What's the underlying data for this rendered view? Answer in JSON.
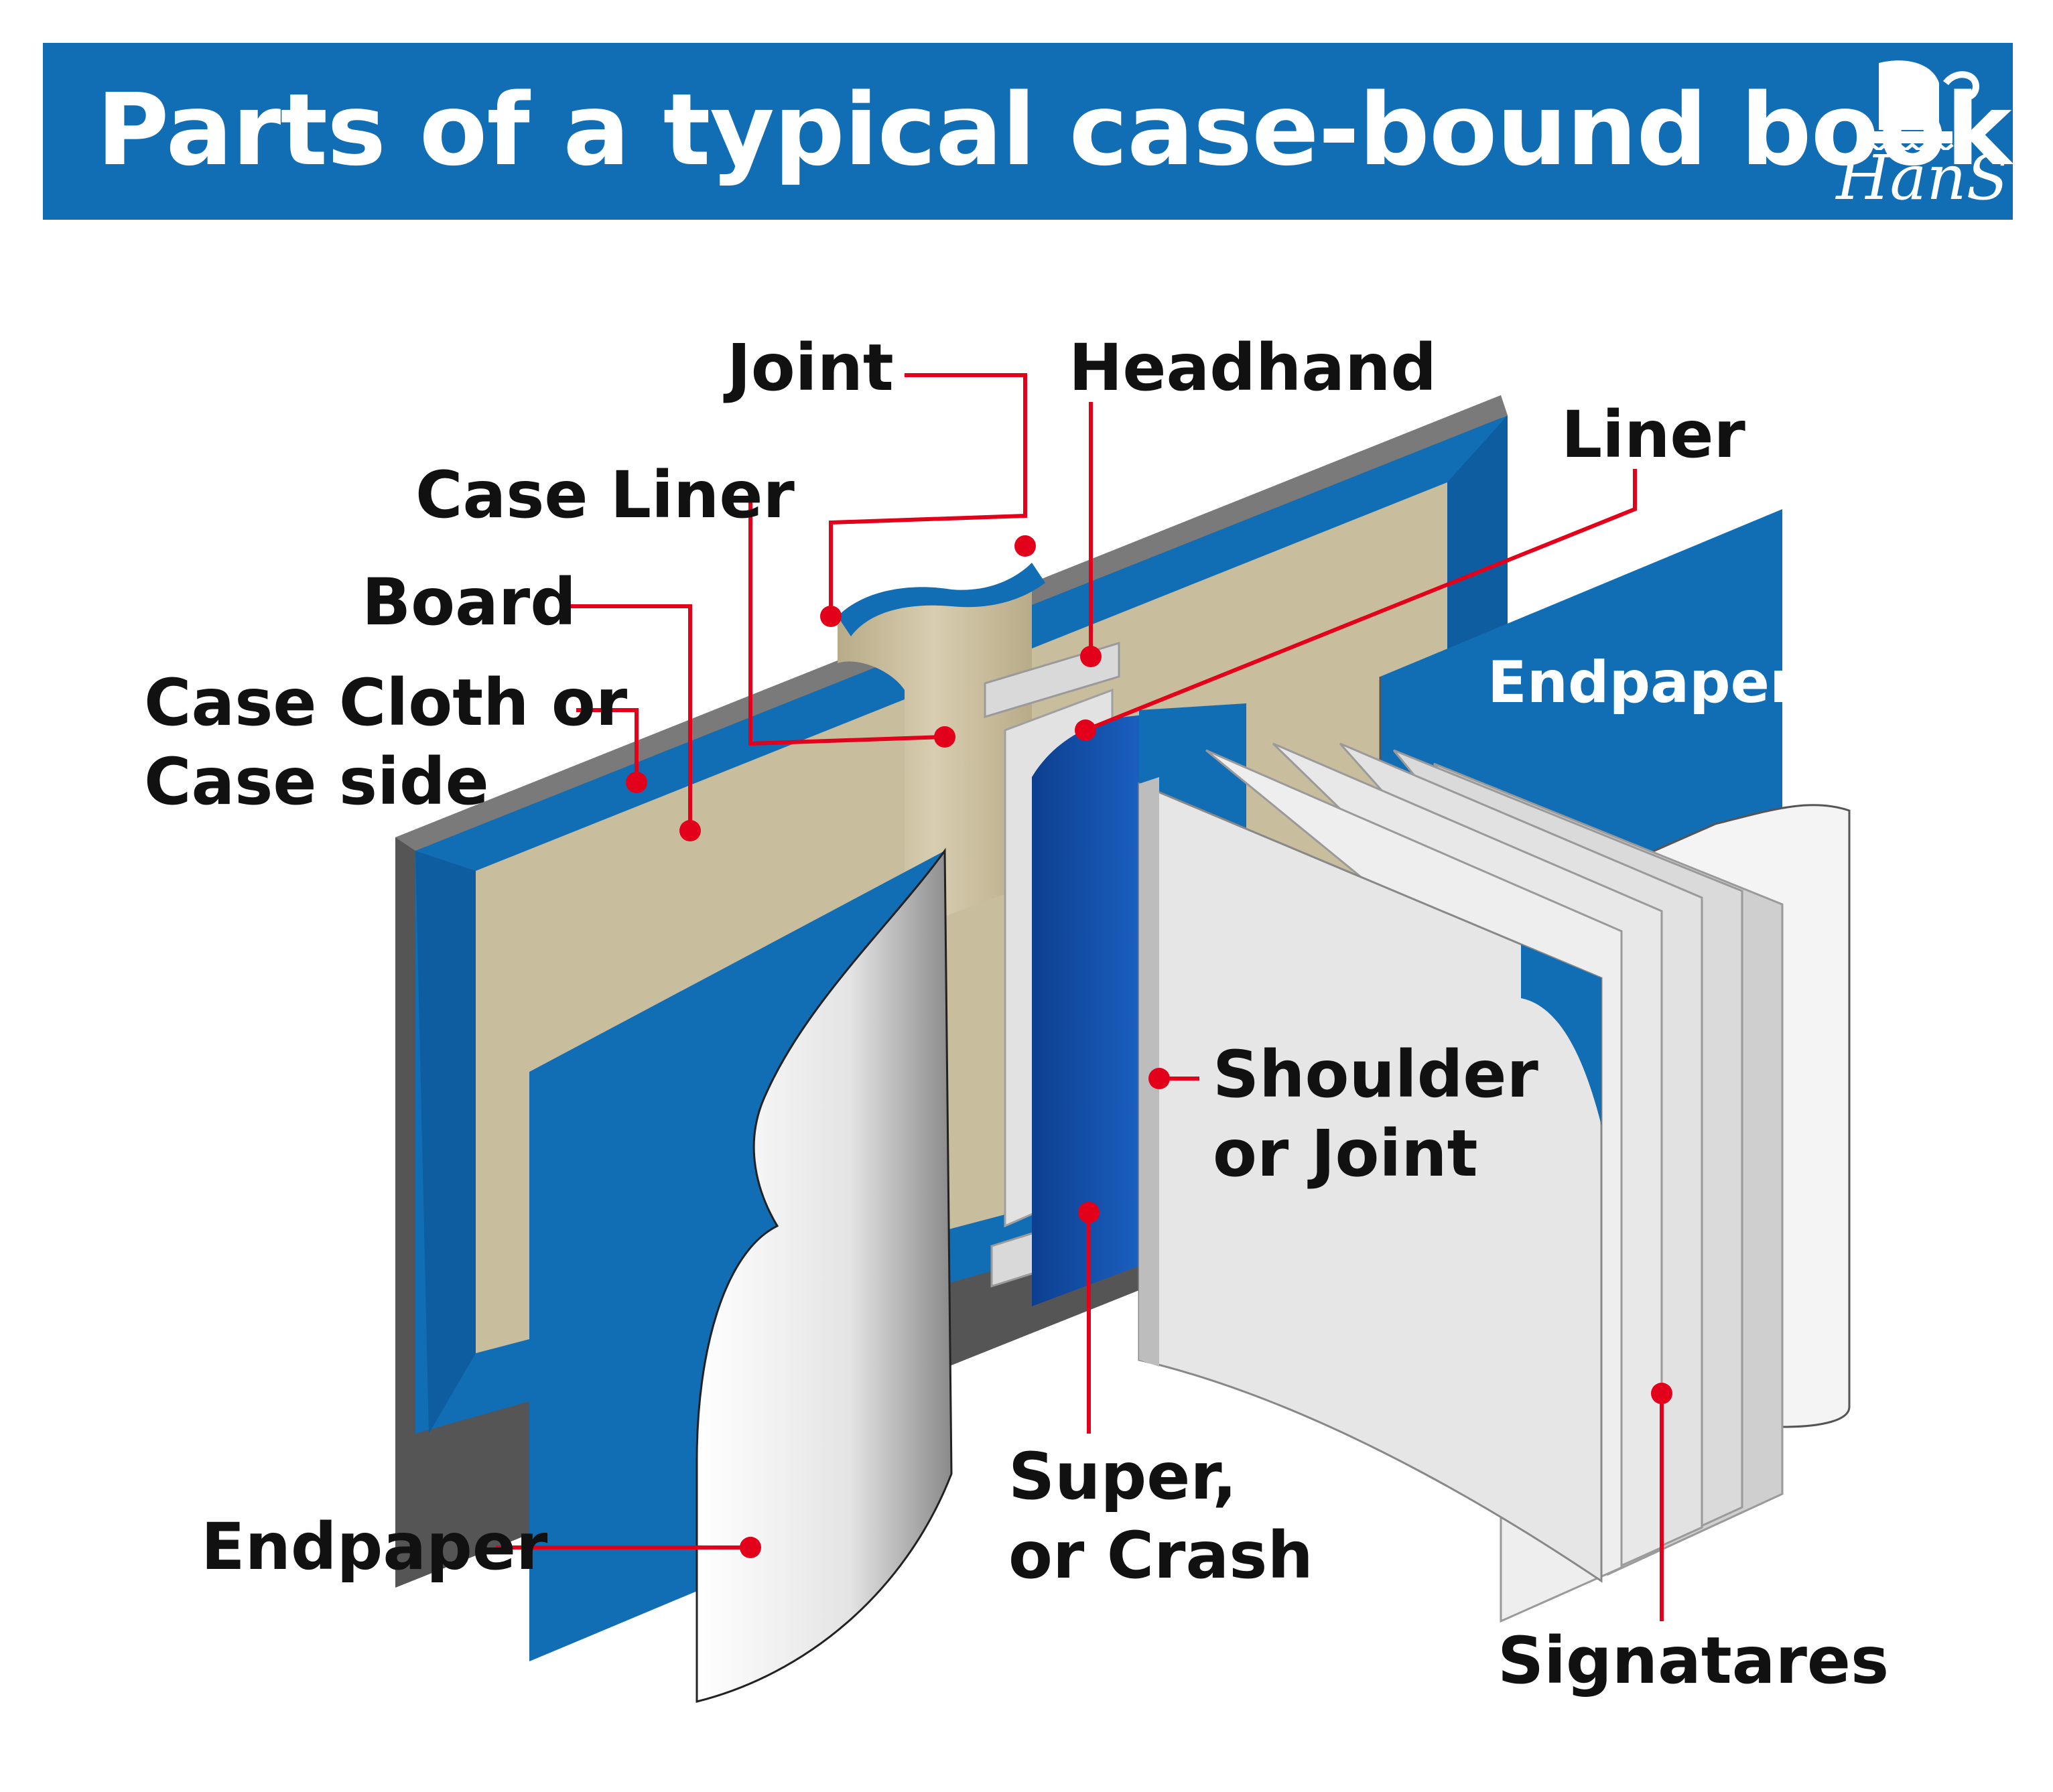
{
  "header": {
    "title": "Parts of a typical case-bound book",
    "logo_text": "HanS"
  },
  "colors": {
    "banner": "#116eb5",
    "cover_blue": "#116eb5",
    "board_tan": "#c8bd9d",
    "leader_red": "#e2001a"
  },
  "labels": {
    "joint": "Joint",
    "headband": "Headhand",
    "liner": "Liner",
    "case_liner": "Case Liner",
    "board": "Board",
    "case_cloth_line1": "Case Cloth or",
    "case_cloth_line2": "Case side",
    "endpaper_top": "Endpaper",
    "shoulder_line1": "Shoulder",
    "shoulder_line2": "or Joint",
    "super_line1": "Super,",
    "super_line2": "or Crash",
    "endpaper_bottom": "Endpaper",
    "signatures": "Signatares"
  }
}
